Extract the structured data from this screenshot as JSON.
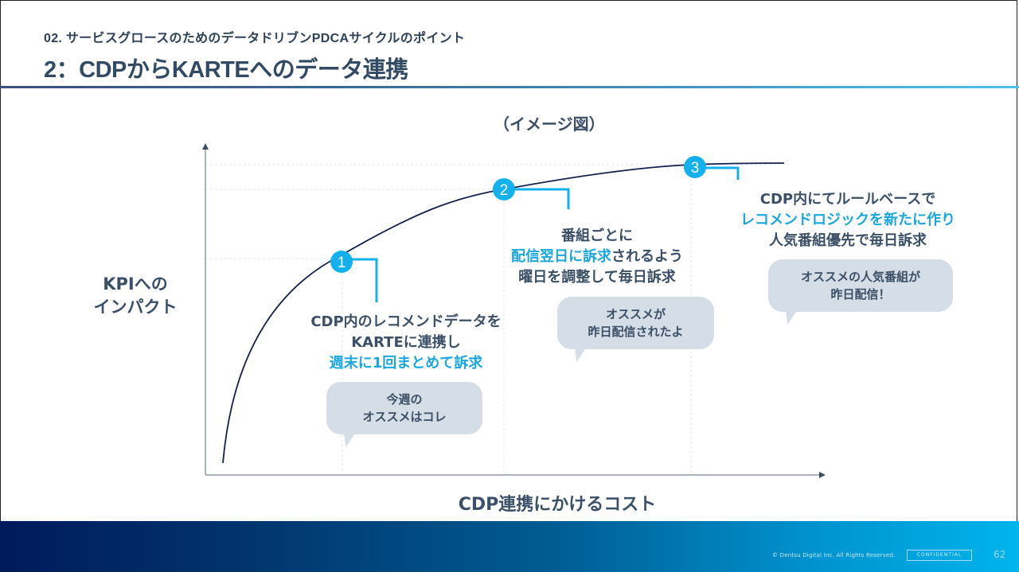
{
  "header": {
    "subtitle": "02. サービスグロースのためのデータドリブンPDCAサイクルのポイント",
    "title": "2：CDPからKARTEへのデータ連携"
  },
  "diagram": {
    "caption": "（イメージ図）",
    "y_axis_label_line1": "KPIへの",
    "y_axis_label_line2": "インパクト",
    "x_axis_label": "CDP連携にかけるコスト",
    "curve_shape": "concave increasing (diminishing returns)",
    "steps": [
      {
        "number": "1",
        "lines": [
          {
            "text": "CDP内のレコメンドデータを",
            "highlight": false
          },
          {
            "text": "KARTEに連携し",
            "highlight": false
          },
          {
            "text": "週末に1回まとめて訴求",
            "highlight": true
          }
        ],
        "bubble": [
          "今週の",
          "オススメはコレ"
        ]
      },
      {
        "number": "2",
        "lines": [
          {
            "parts": [
              {
                "text": "番組ごとに",
                "highlight": false
              }
            ]
          },
          {
            "parts": [
              {
                "text": "配信翌日に訴求",
                "highlight": true
              },
              {
                "text": "されるよう",
                "highlight": false
              }
            ]
          },
          {
            "parts": [
              {
                "text": "曜日を調整して毎日訴求",
                "highlight": false
              }
            ]
          }
        ],
        "bubble": [
          "オススメが",
          "昨日配信されたよ"
        ]
      },
      {
        "number": "3",
        "lines": [
          {
            "text": "CDP内にてルールベースで",
            "highlight": false
          },
          {
            "text": "レコメンドロジックを新たに作り",
            "highlight": true
          },
          {
            "text": "人気番組優先で毎日訴求",
            "highlight": false
          }
        ],
        "bubble": [
          "オススメの人気番組が",
          "昨日配信！"
        ]
      }
    ]
  },
  "colors": {
    "accent": "#1aa7e0",
    "badge": "#12b0ec",
    "curve": "#15204e",
    "text": "#3b4f66",
    "bubble": "#d5dde6"
  },
  "footer": {
    "copyright": "© Dentsu Digital Inc. All Rights Reserved.",
    "confidential": "CONFIDENTIAL",
    "page_number": "62"
  }
}
